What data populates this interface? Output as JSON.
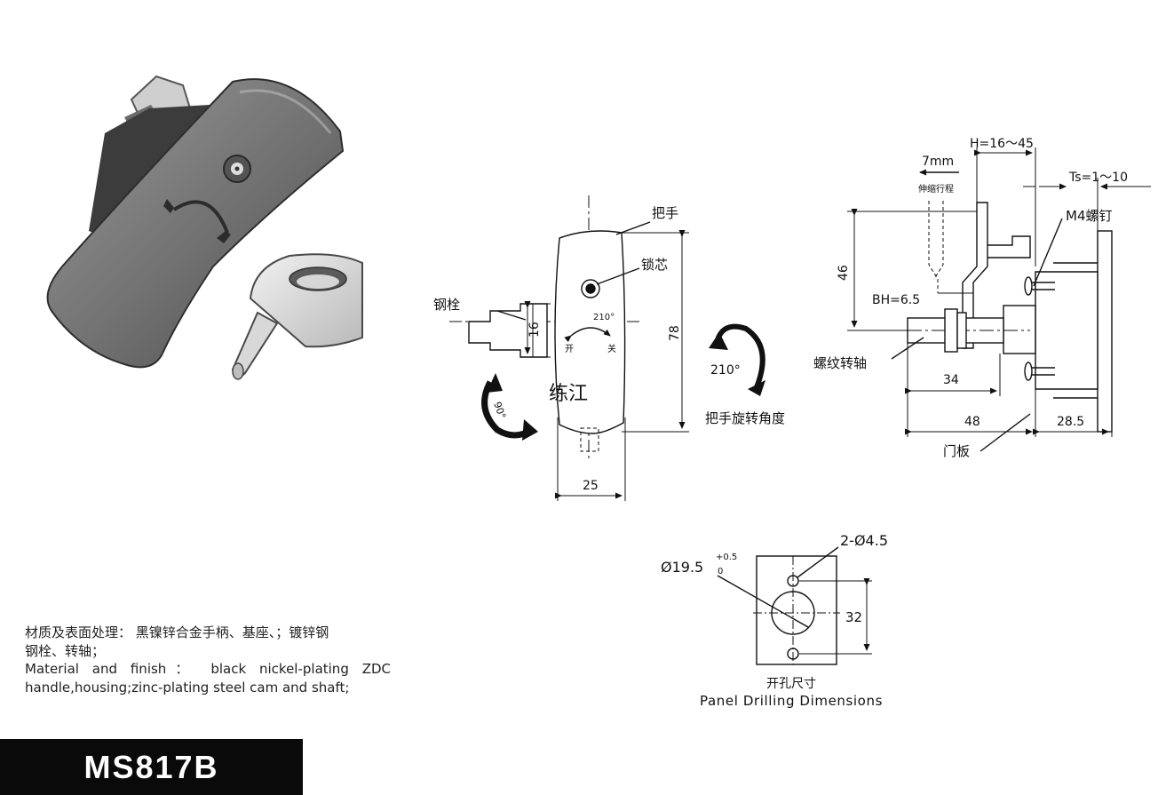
{
  "front_view": {
    "handle_label": "把手",
    "lock_core_label": "锁芯",
    "bolt_label": "钢栓",
    "angle_inner": "210°",
    "open_char": "开",
    "close_char": "关",
    "rotation_angle": "210°",
    "handle_rotation_label": "把手旋转角度",
    "rotate_90": "90°",
    "watermark": "练江",
    "dim_bolt": "16",
    "dim_height": "78",
    "dim_width": "25"
  },
  "side_view": {
    "h_range": "H=16～45",
    "stroke": "7mm",
    "stroke_label": "伸缩行程",
    "ts_range": "Ts=1～10",
    "m4_screw": "M4螺钉",
    "dim_46": "46",
    "bh": "BH=6.5",
    "threaded_shaft": "螺纹转轴",
    "dim_34": "34",
    "dim_48": "48",
    "dim_28_5": "28.5",
    "door_panel": "门板"
  },
  "drilling": {
    "hole_count": "2-Ø4.5",
    "main_dia": "Ø19.5",
    "tol_upper": "+0.5",
    "tol_lower": "0",
    "dim_32": "32",
    "title_cn": "开孔尺寸",
    "title_en": "Panel Drilling Dimensions"
  },
  "description": {
    "cn_line1": "材质及表面处理：  黑镍锌合金手柄、基座、；镀锌钢",
    "cn_line2": "钢栓、转轴；",
    "en_line1": "Material and finish： black nickel-plating ZDC",
    "en_line2": "handle,housing;zinc-plating steel cam and shaft;"
  },
  "model": "MS817B"
}
